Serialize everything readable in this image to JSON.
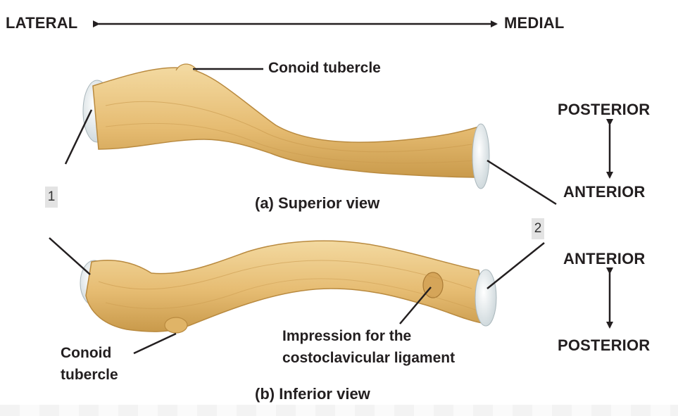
{
  "axis": {
    "lateral": "LATERAL",
    "medial": "MEDIAL"
  },
  "superior": {
    "conoid_label": "Conoid tubercle",
    "caption": "(a) Superior view",
    "orientation_top": "POSTERIOR",
    "orientation_bottom": "ANTERIOR"
  },
  "inferior": {
    "conoid_label_line1": "Conoid",
    "conoid_label_line2": "tubercle",
    "impression_line1": "Impression for the",
    "impression_line2": "costoclavicular ligament",
    "caption": "(b) Inferior view",
    "orientation_top": "ANTERIOR",
    "orientation_bottom": "POSTERIOR"
  },
  "markers": {
    "m1": "1",
    "m2": "2"
  },
  "colors": {
    "bone_fill": "#e6bc72",
    "bone_light": "#f3d9a0",
    "bone_dark": "#b98a3f",
    "cartilage": "#dfe7ea",
    "text": "#231f20"
  }
}
